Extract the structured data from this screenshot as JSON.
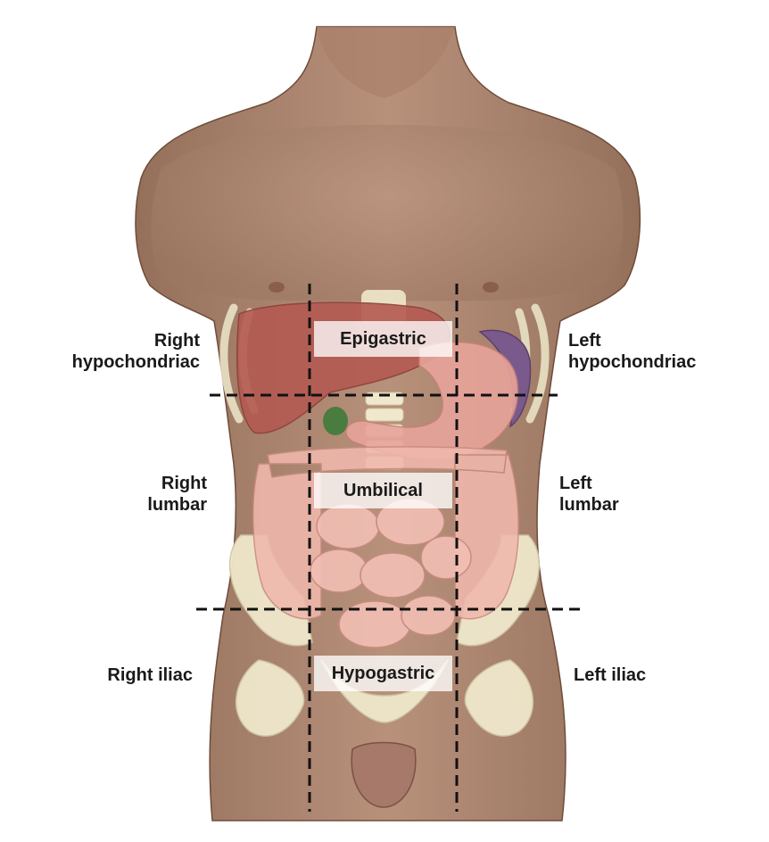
{
  "regions": {
    "right_hypochondriac": {
      "line1": "Right",
      "line2": "hypochondriac"
    },
    "epigastric": "Epigastric",
    "left_hypochondriac": {
      "line1": "Left",
      "line2": "hypochondriac"
    },
    "right_lumbar": {
      "line1": "Right",
      "line2": "lumbar"
    },
    "umbilical": "Umbilical",
    "left_lumbar": {
      "line1": "Left",
      "line2": "lumbar"
    },
    "right_iliac": "Right iliac",
    "hypogastric": "Hypogastric",
    "left_iliac": "Left iliac"
  },
  "colors": {
    "skin": "#b08670",
    "skin_shadow": "#8e6650",
    "liver": "#b45a52",
    "stomach": "#e8a49a",
    "intestine": "#f0b8ad",
    "spleen": "#7a5a8c",
    "gallbladder": "#3f7a3a",
    "bone": "#efe8cc",
    "divider_line": "#111111"
  },
  "icons": [
    "torso-illustration",
    "liver-icon",
    "stomach-icon",
    "spleen-icon",
    "gallbladder-icon",
    "intestines-icon",
    "pelvis-icon",
    "ribcage-icon"
  ]
}
